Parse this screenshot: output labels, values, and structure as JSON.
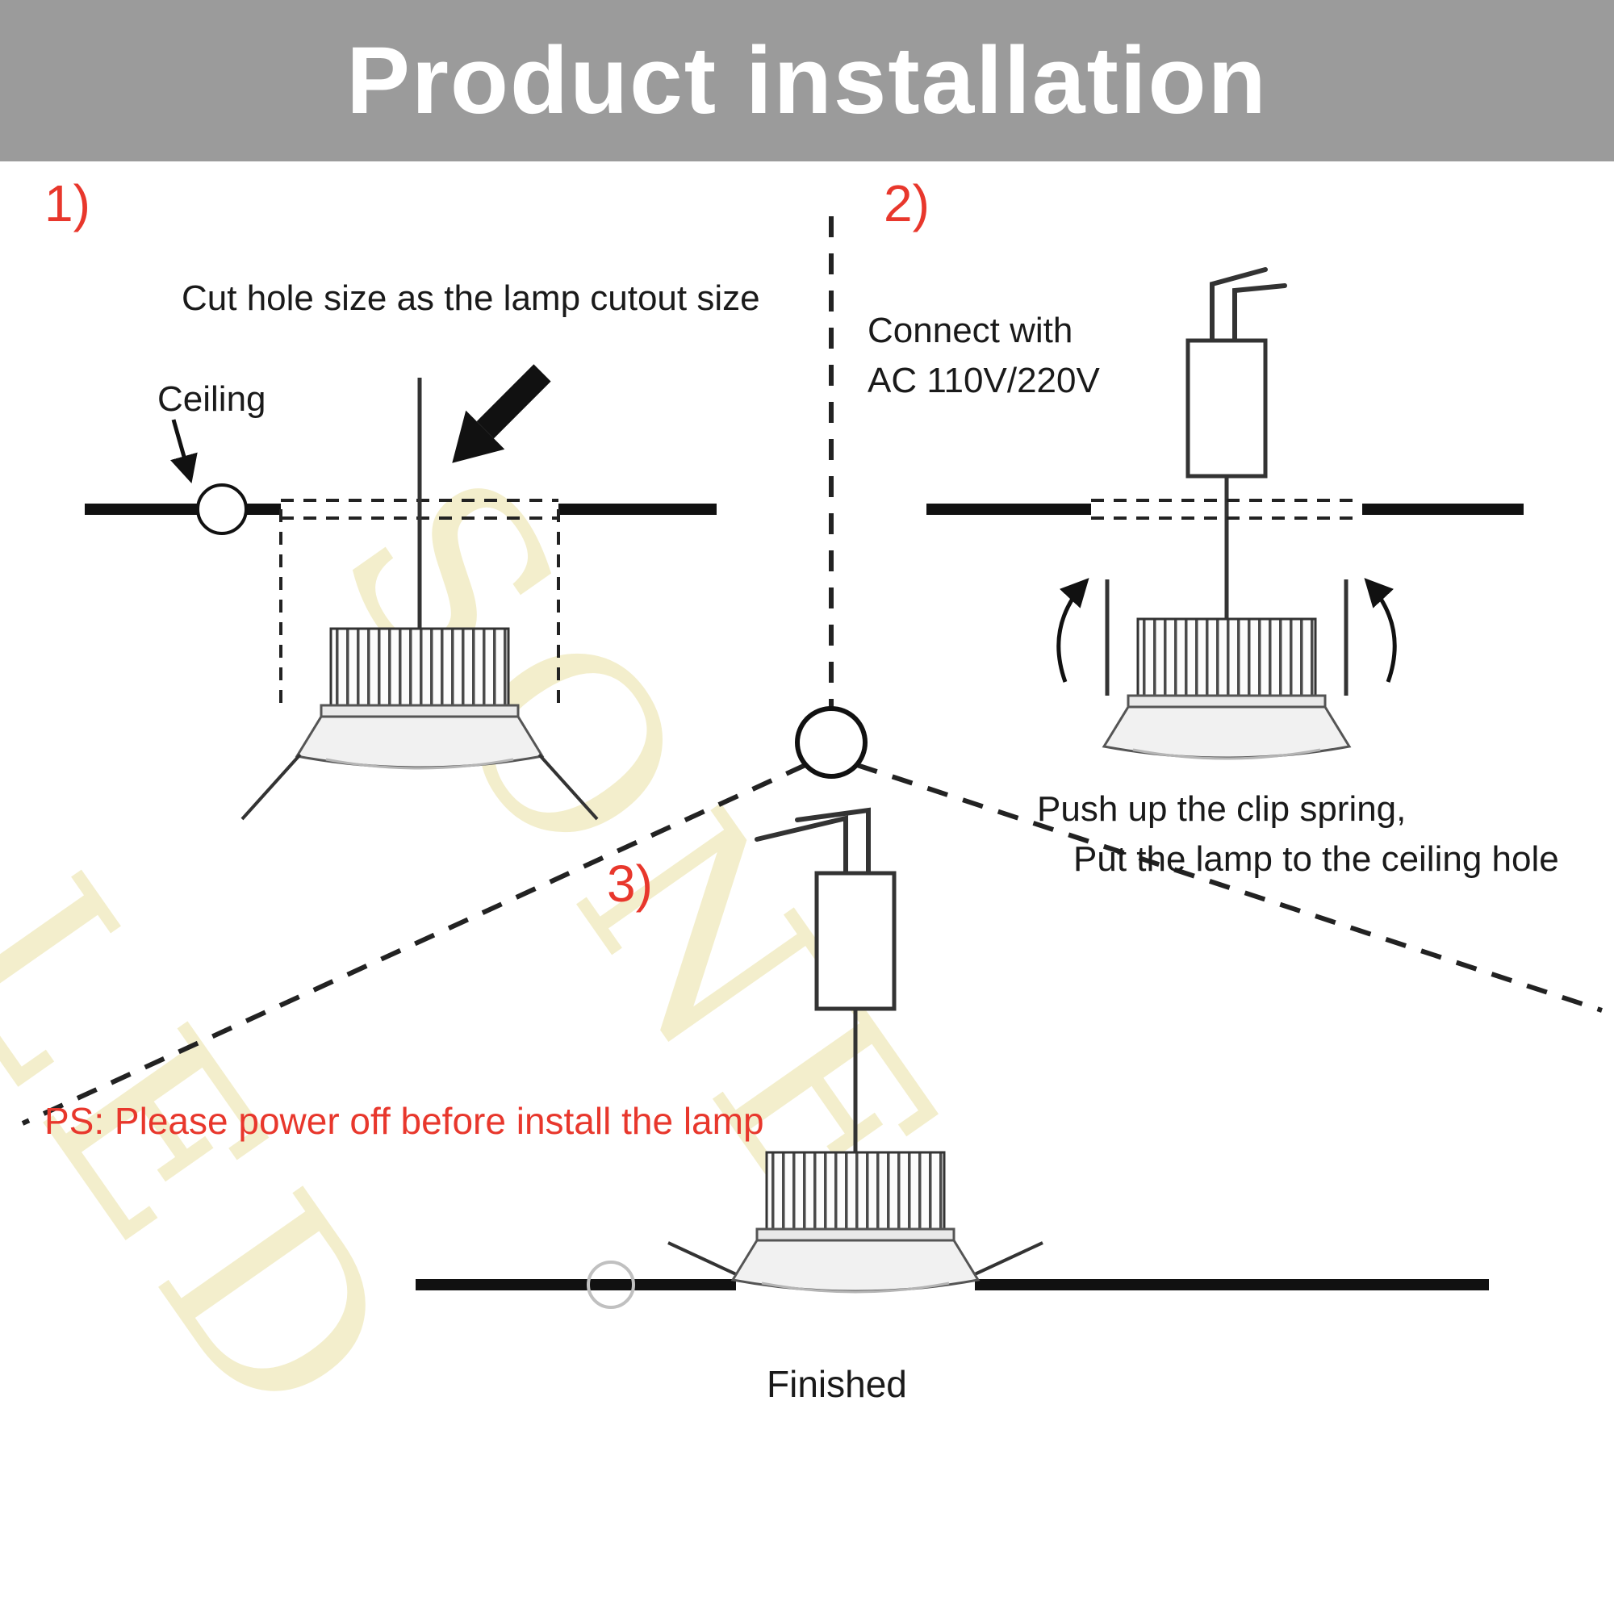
{
  "header": {
    "title": "Product installation"
  },
  "steps": {
    "step1": {
      "number": "1)",
      "caption": "Cut hole size as the lamp cutout size",
      "ceiling_label": "Ceiling"
    },
    "step2": {
      "number": "2)",
      "connect_line1": "Connect with",
      "connect_line2": "AC 110V/220V",
      "note_line1": "Push up the clip spring,",
      "note_line2": "Put the lamp to the ceiling hole"
    },
    "step3": {
      "number": "3)",
      "warning": "PS: Please power off before install the lamp",
      "finished_label": "Finished"
    }
  },
  "watermark": {
    "line1": "LED",
    "line2": "SONE."
  },
  "colors": {
    "accent_red": "#e8372c",
    "banner_gray": "#9b9b9b",
    "watermark_yellow": "#f1ecc4"
  }
}
